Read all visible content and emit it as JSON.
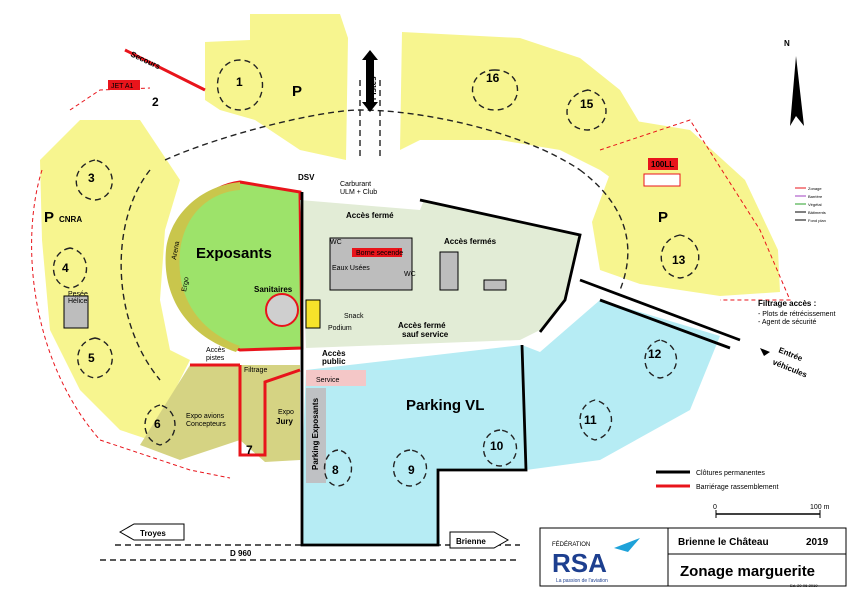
{
  "map": {
    "zones": [
      {
        "id": "1",
        "label": "1"
      },
      {
        "id": "2",
        "label": "2"
      },
      {
        "id": "3",
        "label": "3"
      },
      {
        "id": "4",
        "label": "4"
      },
      {
        "id": "5",
        "label": "5"
      },
      {
        "id": "6",
        "label": "6"
      },
      {
        "id": "7",
        "label": "7"
      },
      {
        "id": "8",
        "label": "8"
      },
      {
        "id": "9",
        "label": "9"
      },
      {
        "id": "10",
        "label": "10"
      },
      {
        "id": "11",
        "label": "11"
      },
      {
        "id": "12",
        "label": "12"
      },
      {
        "id": "13",
        "label": "13"
      },
      {
        "id": "15",
        "label": "15"
      },
      {
        "id": "16",
        "label": "16"
      }
    ],
    "parking_p": "P",
    "p_cnra": "P",
    "cnra": "CNRA",
    "secours": "Secours",
    "jet_a1": "JET A1",
    "pistes": "Pistes",
    "dsv": "DSV",
    "fuel_100ll": "100LL",
    "exposants": "Exposants",
    "sanitaires": "Sanitaires",
    "carburant": "Carburant",
    "ulm_club": "ULM + Club",
    "acces_ferme": "Accès fermé",
    "acces_fermes": "Accès fermés",
    "borne_secende": "Borne secende",
    "eaux_usees": "Eaux Usées",
    "wc": "WC",
    "snack": "Snack",
    "podium": "Podium",
    "acces_ferme_sauf": "Accès fermé",
    "sauf_service": "sauf service",
    "acces_pistes": "Accès",
    "pistes_small": "pistes",
    "filtrage": "Filtrage",
    "acces_public": "Accès",
    "public": "public",
    "service": "Service",
    "parking_vl": "Parking VL",
    "parking_exposants": "Parking Exposants",
    "expo_avions": "Expo avions",
    "concepteurs": "Concepteurs",
    "expo": "Expo",
    "jury": "Jury",
    "pesee": "Pesée",
    "helice": "Hélice",
    "ergo": "Ergo",
    "arena": "Arena",
    "troyes": "Troyes",
    "brienne": "Brienne",
    "d960": "D 960",
    "entree": "Entrée",
    "vehicules": "véhicules",
    "filtrage_acces": "Filtrage accès :",
    "filtrage_item1": "- Plots de rétrécissement",
    "filtrage_item2": "- Agent de sécurité",
    "north": "N",
    "scale_0": "0",
    "scale_100": "100 m"
  },
  "legend": {
    "items": [
      {
        "label": "Clôtures permanentes",
        "color": "#000000"
      },
      {
        "label": "Barriérage rassemblement",
        "color": "#e8141b"
      }
    ],
    "mini": [
      {
        "label": "Zonage",
        "color": "#e8141b"
      },
      {
        "label": "Barrière",
        "color": "#a040c0"
      },
      {
        "label": "Végétal",
        "color": "#2aa02a"
      },
      {
        "label": "Bâtiments",
        "color": "#000000"
      },
      {
        "label": "Fond plan",
        "color": "#000000"
      }
    ]
  },
  "title_block": {
    "federation": "FÉDÉRATION",
    "rsa": "RSA",
    "tagline": "La passion de l'aviation",
    "place": "Brienne le Château",
    "year": "2019",
    "title": "Zonage marguerite",
    "ref": "Ed. 20-06-2019"
  },
  "colors": {
    "yellow": "#f7f58f",
    "green": "#9de36a",
    "lightgreen": "#e2ecd6",
    "cyan": "#b6ecf4",
    "olive": "#d5d383",
    "red": "#e8141b",
    "black": "#000000"
  }
}
